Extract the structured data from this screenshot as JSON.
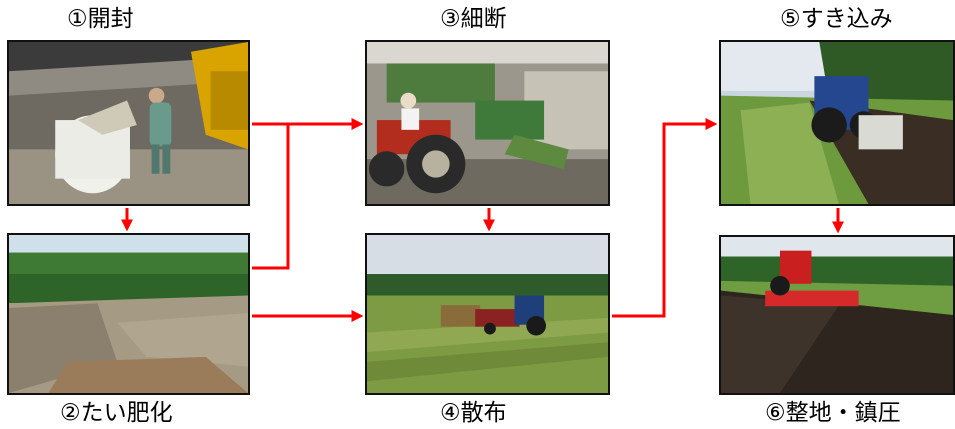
{
  "steps": [
    {
      "label": "①開封"
    },
    {
      "label": "②たい肥化"
    },
    {
      "label": "③細断"
    },
    {
      "label": "④散布"
    },
    {
      "label": "⑤すき込み"
    },
    {
      "label": "⑥整地・鎮圧"
    }
  ],
  "colors": {
    "arrow": "#ff0000",
    "border": "#111111",
    "background": "#ffffff"
  }
}
